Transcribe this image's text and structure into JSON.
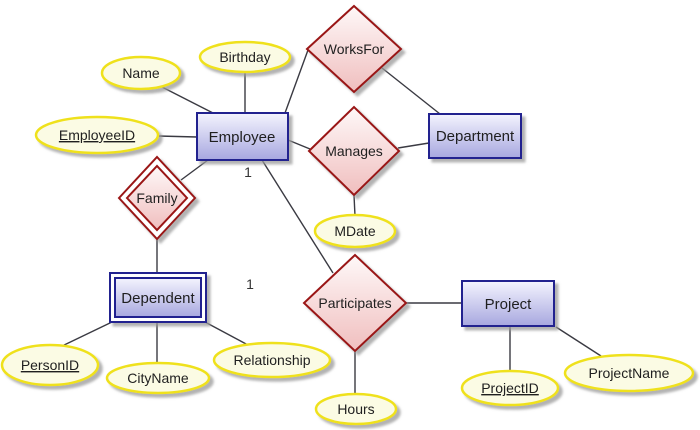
{
  "diagram": {
    "type": "entity-relationship-diagram",
    "colors": {
      "entity_fill_top": "#F4F4FE",
      "entity_fill_bottom": "#A7A7DF",
      "entity_border": "#20208F",
      "relationship_fill_top": "#FEF8F8",
      "relationship_fill_bottom": "#F0BEBE",
      "relationship_border": "#9A1515",
      "attribute_fill": "#FBFBE4",
      "attribute_border": "#EFE11C",
      "line": "#3A3A42",
      "text": "#1F1F1F",
      "background": "#FFFFFF"
    },
    "entities": [
      {
        "label": "Employee",
        "weak": false
      },
      {
        "label": "Department",
        "weak": false
      },
      {
        "label": "Dependent",
        "weak": true
      },
      {
        "label": "Project",
        "weak": false
      }
    ],
    "relationships": [
      {
        "label": "WorksFor",
        "identifying": false
      },
      {
        "label": "Manages",
        "identifying": false
      },
      {
        "label": "Family",
        "identifying": true
      },
      {
        "label": "Participates",
        "identifying": false
      }
    ],
    "attributes": [
      {
        "label": "Name",
        "key": false
      },
      {
        "label": "Birthday",
        "key": false
      },
      {
        "label": "EmployeeID",
        "key": true
      },
      {
        "label": "MDate",
        "key": false
      },
      {
        "label": "PersonID",
        "key": true
      },
      {
        "label": "CityName",
        "key": false
      },
      {
        "label": "Relationship",
        "key": false
      },
      {
        "label": "Hours",
        "key": false
      },
      {
        "label": "ProjectID",
        "key": true
      },
      {
        "label": "ProjectName",
        "key": false
      }
    ],
    "cardinality_labels": [
      {
        "text": "1"
      },
      {
        "text": "1"
      }
    ]
  }
}
